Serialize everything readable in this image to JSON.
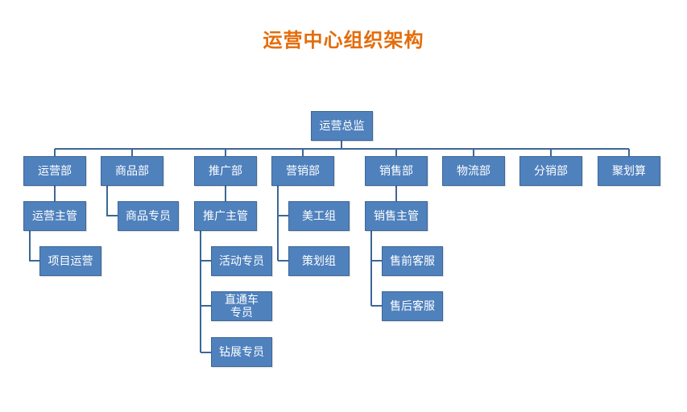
{
  "title": "运营中心组织架构",
  "colors": {
    "node_fill": "#4f81bd",
    "line": "#3c6796",
    "title": "#e46c0a"
  },
  "nodes": {
    "root": "运营总监",
    "ops_dept": "运营部",
    "product_dept": "商品部",
    "promo_dept": "推广部",
    "marketing_dept": "营销部",
    "sales_dept": "销售部",
    "logistics_dept": "物流部",
    "distribution_dept": "分销部",
    "juhuasuan": "聚划算",
    "ops_manager": "运营主管",
    "project_ops": "项目运营",
    "product_specialist": "商品专员",
    "promo_manager": "推广主管",
    "event_specialist": "活动专员",
    "ztc_specialist": "直通车专员",
    "diamond_specialist": "钻展专员",
    "art_team": "美工组",
    "planning_team": "策划组",
    "sales_manager": "销售主管",
    "presales_service": "售前客服",
    "aftersales_service": "售后客服"
  }
}
